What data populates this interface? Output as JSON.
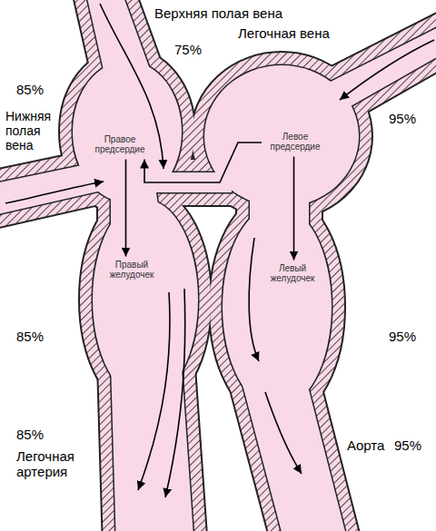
{
  "diagram": {
    "nodes": [
      {
        "text": [
          "Правое предсердие"
        ]
      },
      {
        "text": [
          "Левое предсердие"
        ]
      },
      {
        "text": [
          "Правый желудочек"
        ]
      },
      {
        "text": [
          "Левый желудочек"
        ]
      }
    ],
    "edges": [
      {
        "from": 0,
        "to": 2,
        "arrow": "to"
      },
      {
        "from": 1,
        "to": 0,
        "arrow": "to"
      },
      {
        "from": 1,
        "to": 3,
        "arrow": "to"
      }
    ],
    "labels": [
      "Верхняя полая вена",
      "75%",
      "Легочная вена",
      "85%",
      "Нижняя полая вена",
      "95%",
      "85%",
      "95%",
      "85%",
      "Легочная артерия",
      "Аорта",
      "95%"
    ]
  }
}
